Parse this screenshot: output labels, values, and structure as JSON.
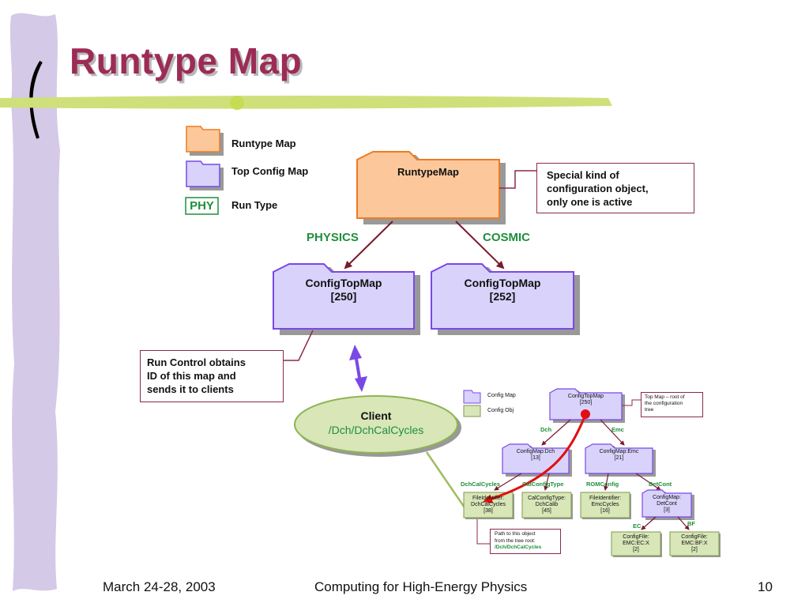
{
  "slide": {
    "title": "Runtype Map",
    "page_number": "10",
    "footer_left": "March 24-28, 2003",
    "footer_center": "Computing for High-Energy Physics"
  },
  "colors": {
    "title": "#9c2c55",
    "folder_orange": "#fcc89b",
    "folder_orange_border": "#ee7b22",
    "folder_purple": "#d9d2fb",
    "folder_purple_border": "#7a48e6",
    "obj_green": "#d8e6b8",
    "label_green": "#1e8f3c",
    "note_border": "#8a2a52",
    "decor_bar": "#cfe07a",
    "decor_side": "#d4c9e7",
    "path_red": "#e01010"
  },
  "legend": {
    "runtype_map": "Runtype Map",
    "top_config_map": "Top Config Map",
    "run_type": "Run Type",
    "run_type_badge": "PHY"
  },
  "main": {
    "runtype_map_label": "RuntypeMap",
    "physics_label": "PHYSICS",
    "cosmic_label": "COSMIC",
    "special_note_lines": [
      "Special kind of",
      "configuration object,",
      "only one is active"
    ],
    "config_a_name": "ConfigTopMap",
    "config_a_id": "[250]",
    "config_b_name": "ConfigTopMap",
    "config_b_id": "[252]",
    "run_control_note_lines": [
      "Run Control obtains",
      "ID of this map and",
      "sends it to clients"
    ],
    "client_title": "Client",
    "client_path": "/Dch/DchCalCycles"
  },
  "subtree": {
    "legend_map": "Config Map",
    "legend_obj": "Config Obj",
    "top_name": "ConfigTopMap",
    "top_id": "[250]",
    "top_note_lines": [
      "Top Map – root of",
      "the configuration",
      "tree"
    ],
    "edge_dch": "Dch",
    "edge_emc": "Emc",
    "dch_map_name": "ConfigMap:Dch",
    "dch_map_id": "[13]",
    "emc_map_name": "ConfigMap:Emc",
    "emc_map_id": "[21]",
    "edge_dchcalcycles": "DchCalCycles",
    "edge_calconfigtype": "CalConfigType",
    "edge_romconfig": "ROMConfig",
    "edge_detcont": "DetCont",
    "leaf1_lines": [
      "FileIdentifier:",
      "DchCalCycles",
      "[38]"
    ],
    "leaf2_lines": [
      "CalConfigType:",
      "DchCalib",
      "[45]"
    ],
    "leaf3_lines": [
      "FileIdentifier:",
      "EmcCycles",
      "[16]"
    ],
    "detcont_lines": [
      "ConfigMap:",
      "DetCont",
      "[3]"
    ],
    "edge_ec": "EC",
    "edge_bf": "BF",
    "leaf4_lines": [
      "ConfigFile:",
      "EMC:EC:X",
      "[2]"
    ],
    "leaf5_lines": [
      "ConfigFile:",
      "EMC:BF:X",
      "[2]"
    ],
    "path_note_lines": [
      "Path to this object",
      "from the tree root:",
      "/Dch/DchCalCycles"
    ]
  }
}
